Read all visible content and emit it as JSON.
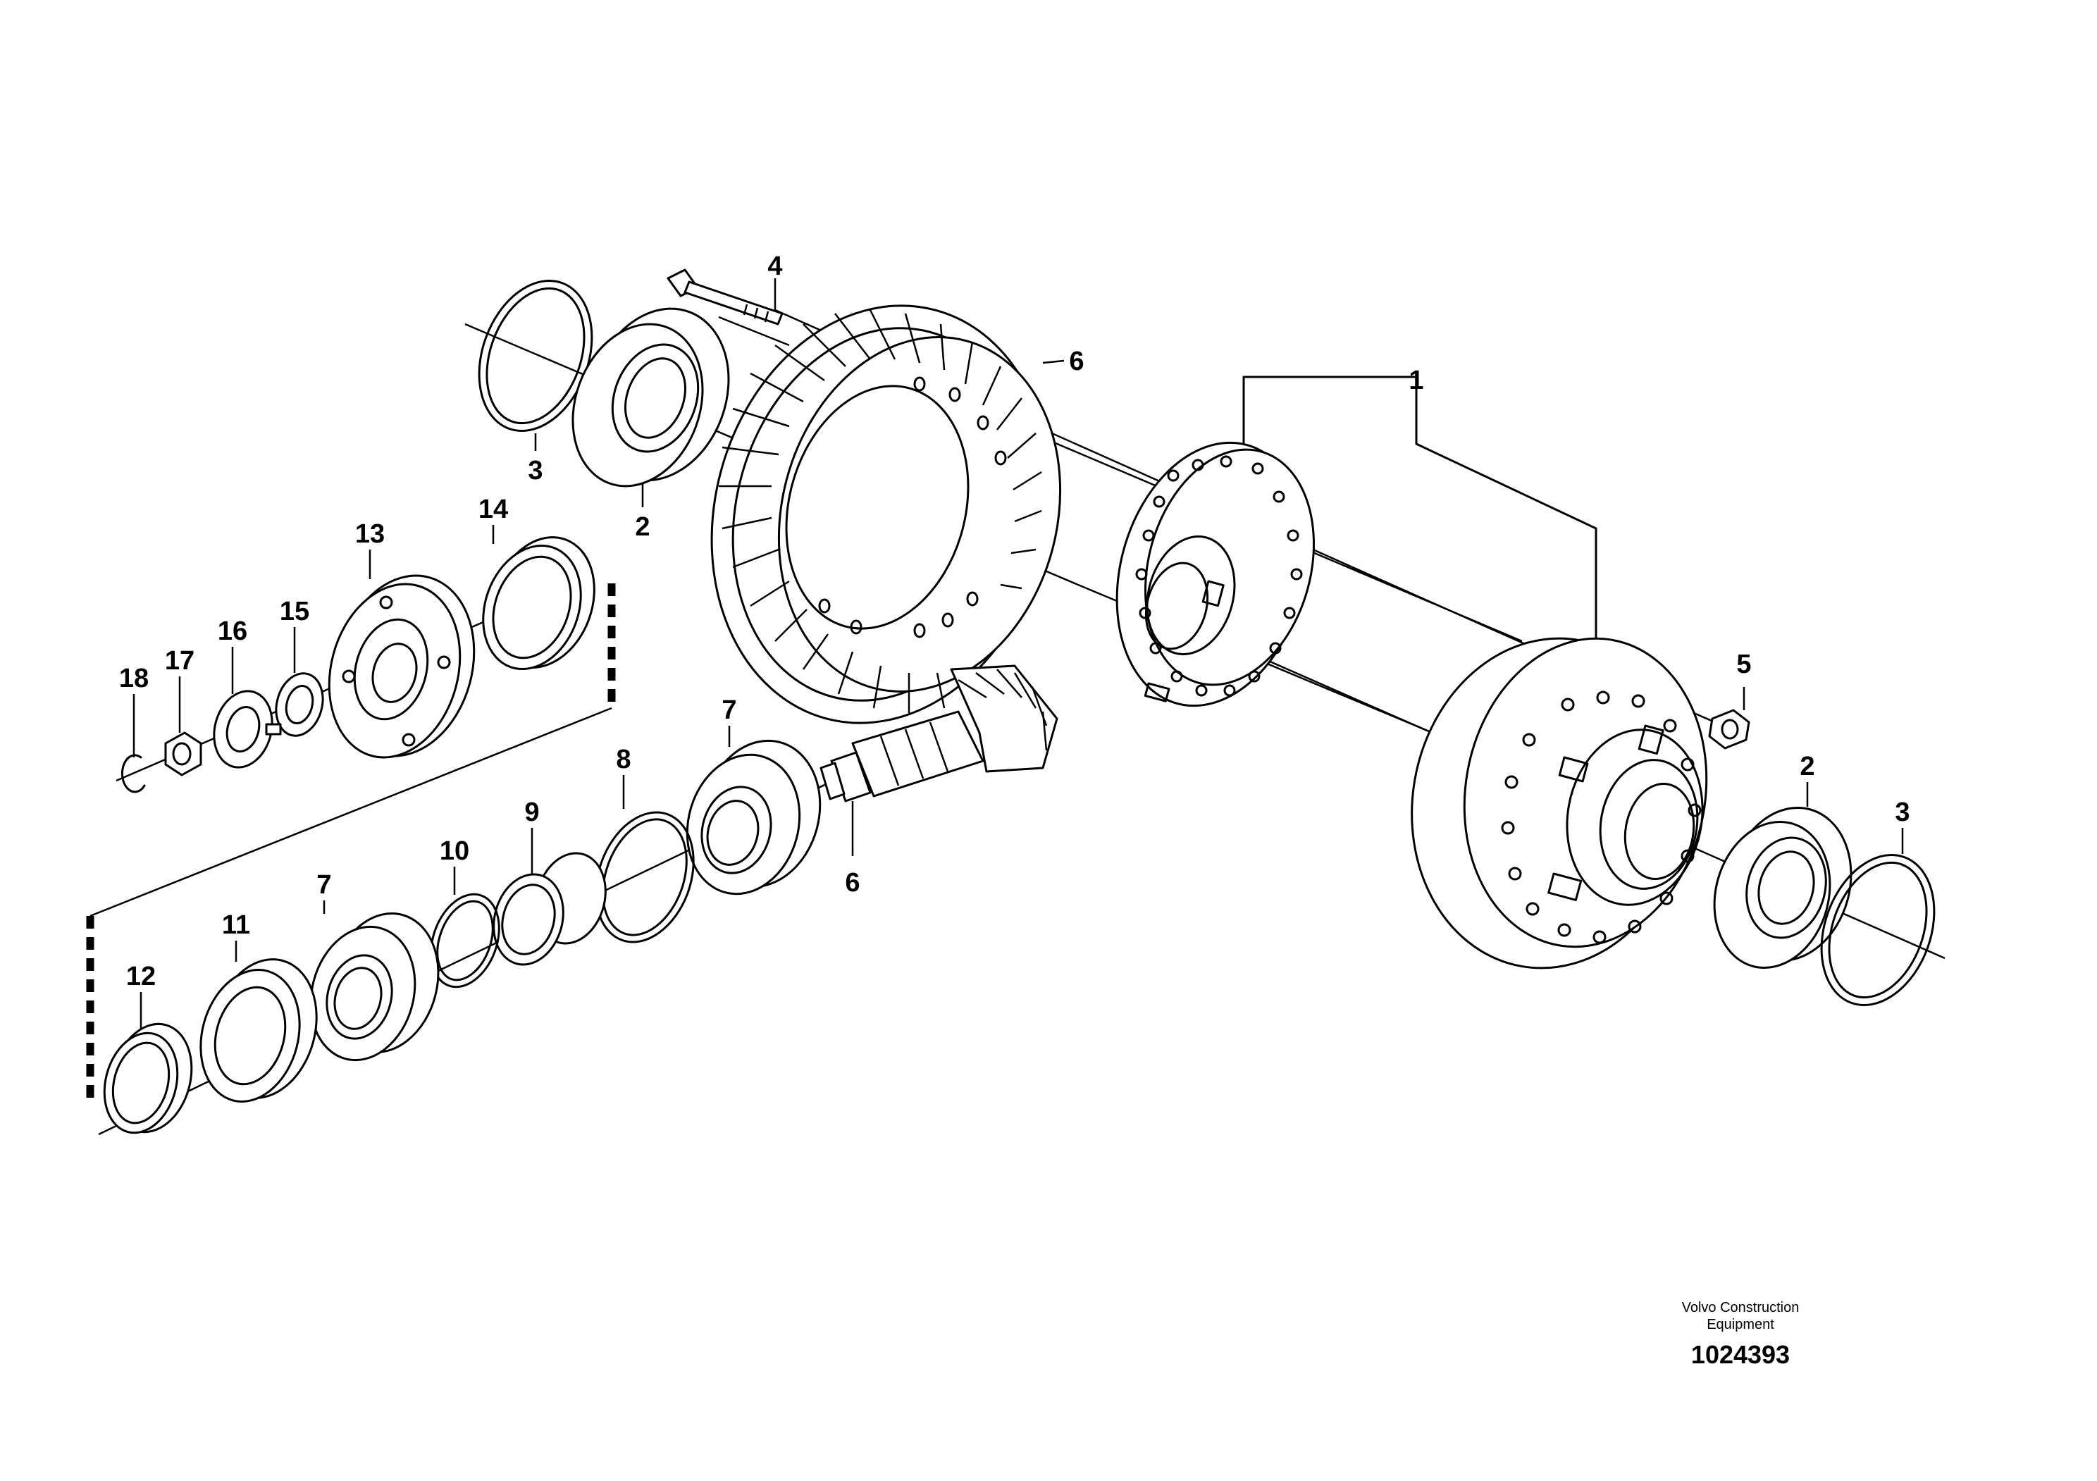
{
  "callouts": {
    "c1": "1",
    "c2_top": "2",
    "c2_right": "2",
    "c3_top": "3",
    "c3_right": "3",
    "c4": "4",
    "c5": "5",
    "c6_gear": "6",
    "c6_pinion": "6",
    "c7_a": "7",
    "c7_b": "7",
    "c8": "8",
    "c9": "9",
    "c10": "10",
    "c11": "11",
    "c12": "12",
    "c13": "13",
    "c14": "14",
    "c15": "15",
    "c16": "16",
    "c17": "17",
    "c18": "18"
  },
  "footer": {
    "company_line1": "Volvo Construction",
    "company_line2": "Equipment",
    "drawing_number": "1024393"
  }
}
